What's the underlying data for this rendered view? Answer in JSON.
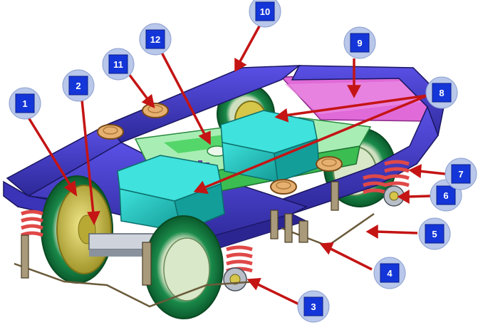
{
  "diagram": {
    "callouts": [
      {
        "id": "1",
        "label": "1"
      },
      {
        "id": "2",
        "label": "2"
      },
      {
        "id": "3",
        "label": "3"
      },
      {
        "id": "4",
        "label": "4"
      },
      {
        "id": "5",
        "label": "5"
      },
      {
        "id": "6",
        "label": "6"
      },
      {
        "id": "7",
        "label": "7"
      },
      {
        "id": "8",
        "label": "8"
      },
      {
        "id": "9",
        "label": "9"
      },
      {
        "id": "10",
        "label": "10"
      },
      {
        "id": "11",
        "label": "11"
      },
      {
        "id": "12",
        "label": "12"
      }
    ],
    "colors": {
      "frame": "#4a3fd0",
      "frame_dark": "#2a2590",
      "box": "#26c9c4",
      "box_dark": "#139e9a",
      "beam": "#8fe3a0",
      "beam_dark": "#3bbd52",
      "pink_panel": "#e06ad8",
      "wheel": "#0f7a3f",
      "wheel_inner": "#d8e8c8",
      "brake_disc": "#d6c64a",
      "spring": "#e04848",
      "ring": "#e6b070",
      "arrow": "#c41414",
      "badge_fill": "#1436d8",
      "badge_ring": "#b8c7ea"
    }
  }
}
